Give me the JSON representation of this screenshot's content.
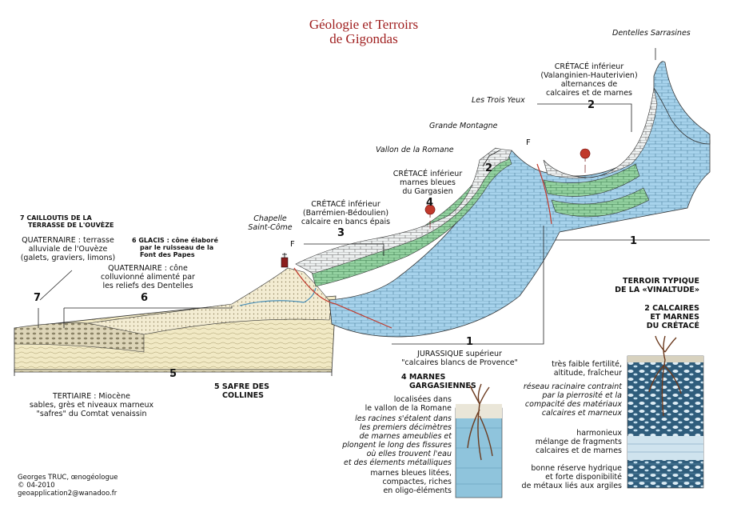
{
  "title": {
    "line1": "Géologie et Terroirs",
    "line2": "de Gigondas"
  },
  "places": {
    "dentelles": "Dentelles Sarrasines",
    "trois_yeux": "Les Trois Yeux",
    "grande_montagne": "Grande Montagne",
    "vallon": "Vallon de la Romane",
    "chapelle_1": "Chapelle",
    "chapelle_2": "Saint-Côme"
  },
  "strata": {
    "valanginien": [
      "CRÉTACÉ inférieur",
      "(Valanginien-Hauterivien)",
      "alternances de",
      "calcaires et de marnes"
    ],
    "gargasien": [
      "CRÉTACÉ inférieur",
      "marnes bleues",
      "du Gargasien"
    ],
    "barremien": [
      "CRÉTACÉ inférieur",
      "(Barrémien-Bédoulien)",
      "calcaire en bancs épais"
    ],
    "jurassique": [
      "JURASSIQUE supérieur",
      "\"calcaires blancs de Provence\""
    ],
    "quaternaire_terrasse": [
      "QUATERNAIRE : terrasse",
      "alluviale de l'Ouvèze",
      "(galets, graviers, limons)"
    ],
    "quaternaire_cone": [
      "QUATERNAIRE : cône",
      "colluvionné alimenté par",
      "les reliefs des Dentelles"
    ],
    "tertiaire": [
      "TERTIAIRE : Miocène",
      "sables, grès et niveaux marneux",
      "\"safres\" du Comtat venaissin"
    ]
  },
  "numbers": {
    "n1": "1",
    "n2": "2",
    "n3": "3",
    "n4": "4",
    "n5": "5",
    "n6": "6",
    "n7": "7",
    "f": "F"
  },
  "terroirs": {
    "t7": [
      "7  CAILLOUTIS DE LA",
      "TERRASSE DE L'OUVÈZE"
    ],
    "t6": [
      "6  GLACIS : cône élaboré",
      "par le ruisseau de la",
      "Font des Papes"
    ],
    "t5": [
      "5  SAFRE DES",
      "COLLINES"
    ],
    "t4": [
      "4  MARNES",
      "GARGASIENNES"
    ],
    "t2": [
      "2  CALCAIRES",
      "ET MARNES",
      "DU CRÉTACÉ"
    ],
    "typique": [
      "TERROIR TYPIQUE",
      "DE LA «VINALTUDE»"
    ]
  },
  "profile_gargasien": {
    "loc": [
      "localisées dans",
      "le vallon de la Romane"
    ],
    "roots": [
      "les racines s'étalent dans",
      "les premiers décimètres",
      "de marnes ameublies et",
      "plongent le long des fissures",
      "où elles trouvent l'eau",
      "et des élements métalliques"
    ],
    "bottom": [
      "marnes bleues litées,",
      "compactes, riches",
      "en oligo-éléments"
    ]
  },
  "profile_cretace": {
    "top": [
      "très faible fertilité,",
      "altitude, fraîcheur"
    ],
    "roots": [
      "réseau racinaire contraint",
      "par la pierrosité et la",
      "compacité des matériaux",
      "calcaires et marneux"
    ],
    "mid": [
      "harmonieux",
      "mélange de fragments",
      "calcaires et de marnes"
    ],
    "bottom": [
      "bonne réserve hydrique",
      "et forte disponibilité",
      "de métaux liés aux argiles"
    ]
  },
  "credits": [
    "Georges TRUC, œnogéologue",
    "© 04-2010",
    "geoapplication2@wanadoo.fr"
  ],
  "colors": {
    "title": "#a02020",
    "jurassic_blue": "#9ecde8",
    "marl_green": "#8fcf9a",
    "limestone_grey": "#e8ecec",
    "safre": "#efe7c0",
    "marker_red": "#c0392b"
  }
}
